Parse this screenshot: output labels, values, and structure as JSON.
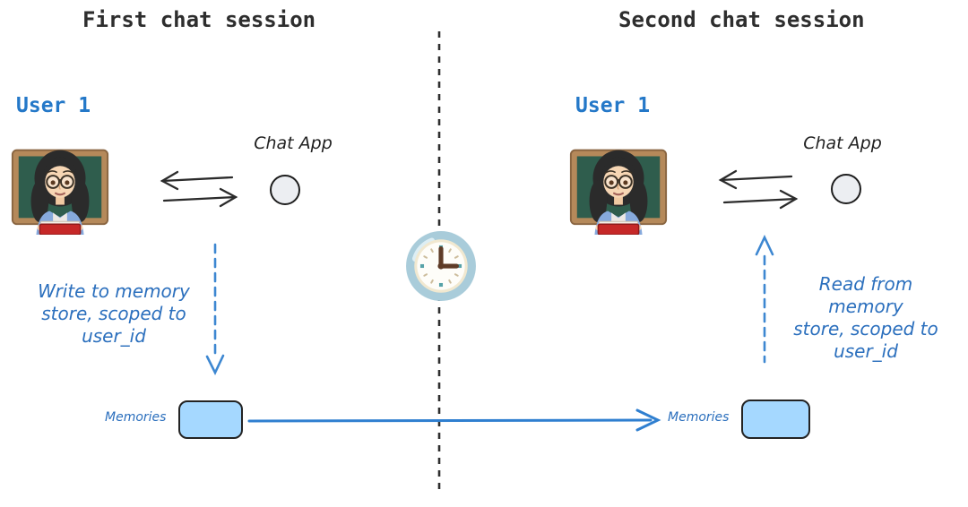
{
  "sessions": [
    {
      "title": "First chat session",
      "user": {
        "label": "User 1",
        "icon": "woman-teacher-emoji"
      },
      "app": {
        "label": "Chat App",
        "icon": "circle-node"
      },
      "annotation": {
        "line1": "Write to memory",
        "line2": "store, scoped to",
        "line3": "user_id"
      },
      "memories": {
        "label": "Memories"
      }
    },
    {
      "title": "Second chat session",
      "user": {
        "label": "User 1",
        "icon": "woman-teacher-emoji"
      },
      "app": {
        "label": "Chat App",
        "icon": "circle-node"
      },
      "annotation": {
        "line1": "Read from memory",
        "line2": "store, scoped to",
        "line3": "user_id"
      },
      "memories": {
        "label": "Memories"
      }
    }
  ],
  "divider": {
    "icon": "clock-three-oclock-icon"
  },
  "colors": {
    "accent_blue_text": "#2478c8",
    "annotation_blue": "#2b6fbd",
    "arrow_blue": "#2f7fd0",
    "memory_box_fill": "#a5d8ff",
    "dark_stroke": "#1e1e1e",
    "title_text": "#2e2e2e",
    "clock_ring": "#a9ccda"
  }
}
